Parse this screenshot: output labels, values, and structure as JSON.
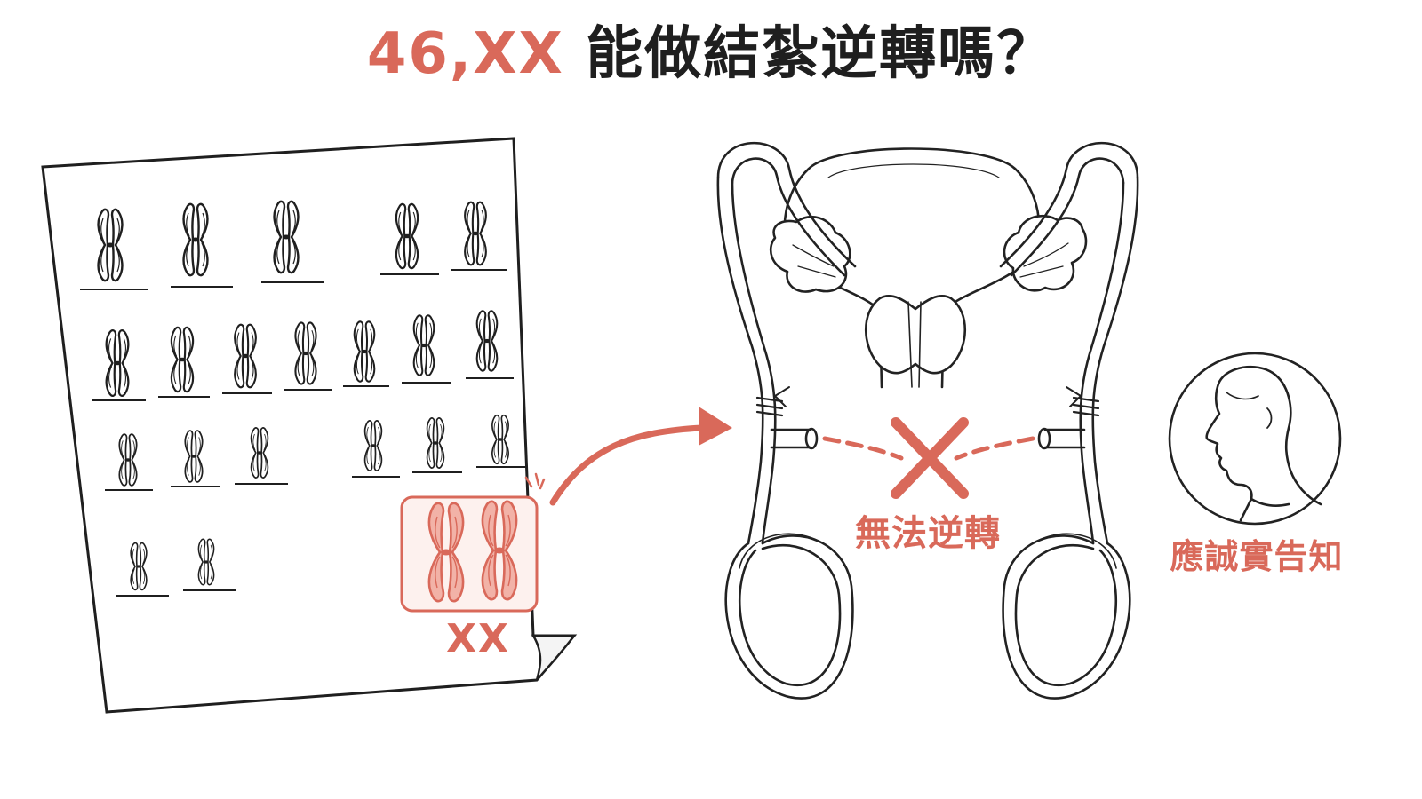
{
  "title": {
    "highlight": "46,XX",
    "question": "能做結紮逆轉嗎？"
  },
  "karyotype": {
    "sex_chromosome_label": "XX"
  },
  "diagram": {
    "cut_label": "無法逆轉"
  },
  "advice": {
    "label": "應誠實告知"
  },
  "colors": {
    "accent": "#d9695a",
    "ink": "#1f1f1f",
    "line": "#222222"
  },
  "icons": {
    "arrow": "curved-arrow-icon",
    "cross": "x-mark-icon",
    "person": "person-profile-icon"
  }
}
